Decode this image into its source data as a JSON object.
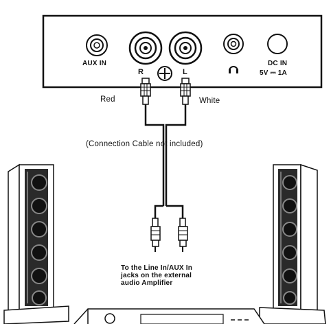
{
  "panel": {
    "aux_in_label": "AUX IN",
    "r_label": "R",
    "l_label": "L",
    "dc_in_label": "DC IN",
    "power_label": "5V ⎓ 1A"
  },
  "cable": {
    "red_label": "Red",
    "white_label": "White",
    "note": "(Connection Cable not included)"
  },
  "amplifier": {
    "caption_lines": [
      "To the Line In/AUX In",
      "jacks on the external",
      "audio Amplifier"
    ]
  },
  "icons": {
    "headphone": "headphone-icon",
    "screw": "screw-icon",
    "speakers": "speaker-icon"
  }
}
